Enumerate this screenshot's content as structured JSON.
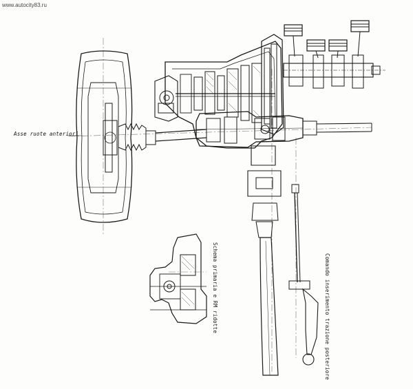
{
  "watermark": "www.autocity83.ru",
  "labels": {
    "front_axle": "Asse ruote anteriori",
    "primary_schema": "Schema primaria e RM ridotte",
    "rear_drive_control": "Comando inserimento trazione posteriore"
  },
  "colors": {
    "ink": "#1a1a1a",
    "paper": "#fdfdfc",
    "hatch": "#555555"
  }
}
